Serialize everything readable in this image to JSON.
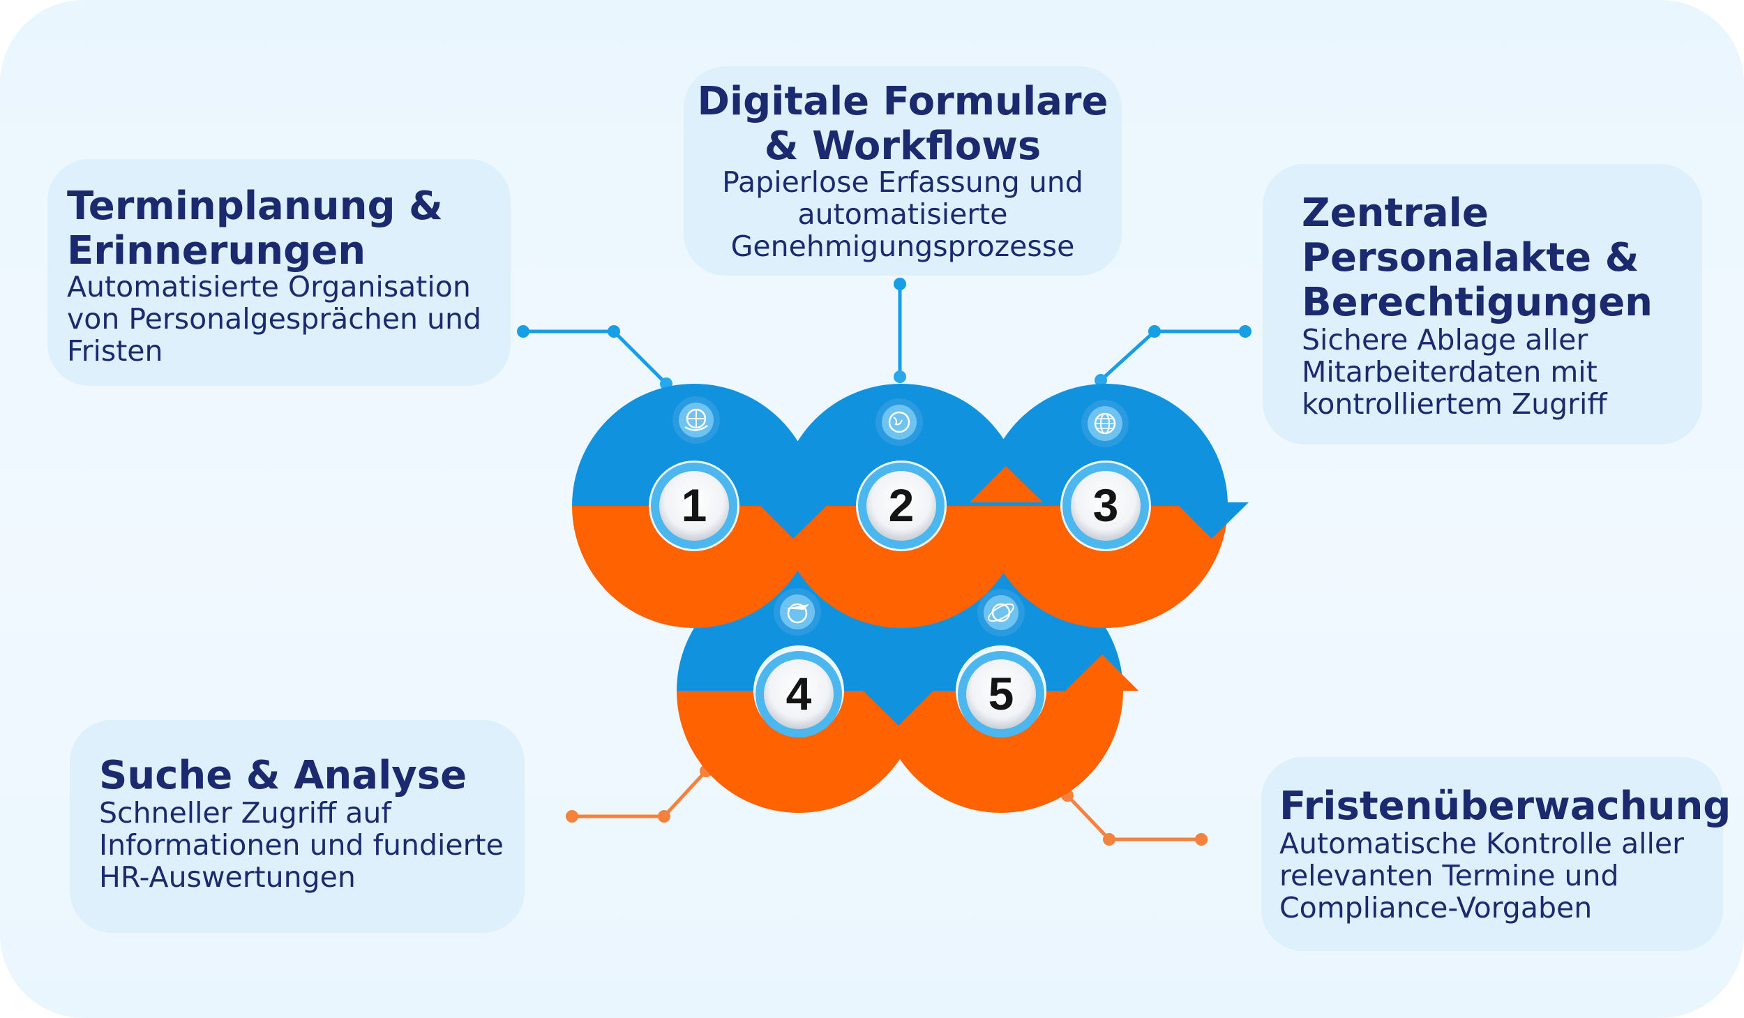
{
  "cards": [
    {
      "id": "terminplanung",
      "title_line1": "Terminplanung &",
      "title_line2": "Erinnerungen",
      "desc_line1": "Automatisierte Organisation",
      "desc_line2": "von Personalgesprächen und",
      "desc_line3": "Fristen"
    },
    {
      "id": "formulare",
      "title_line1": "Digitale Formulare",
      "title_line2": "& Workflows",
      "desc_line1": "Papierlose Erfassung und",
      "desc_line2": "automatisierte",
      "desc_line3": "Genehmigungsprozesse"
    },
    {
      "id": "personalakte",
      "title_line1": "Zentrale",
      "title_line2": "Personalakte &",
      "title_line3": "Berechtigungen",
      "desc_line1": "Sichere Ablage aller",
      "desc_line2": "Mitarbeiterdaten mit",
      "desc_line3": "kontrolliertem Zugriff"
    },
    {
      "id": "suche",
      "title_line1": "Suche & Analyse",
      "desc_line1": "Schneller Zugriff auf",
      "desc_line2": "Informationen und fundierte",
      "desc_line3": "HR-Auswertungen"
    },
    {
      "id": "fristen",
      "title_line1": "Fristenüberwachung",
      "desc_line1": "Automatische Kontrolle aller",
      "desc_line2": "relevanten Termine und",
      "desc_line3": "Compliance-Vorgaben"
    }
  ],
  "steps": [
    {
      "number": "1",
      "icon": "globe-hand-icon"
    },
    {
      "number": "2",
      "icon": "globe-icon"
    },
    {
      "number": "3",
      "icon": "globe-grid-icon"
    },
    {
      "number": "4",
      "icon": "globe-airplane-icon"
    },
    {
      "number": "5",
      "icon": "globe-orbit-icon"
    }
  ],
  "colors": {
    "blue": "#1092df",
    "orange": "#ff6200",
    "connector_blue": "#169ee6",
    "connector_orange": "#f5823c",
    "title_text": "#1b2a6e",
    "card_bg": "#ddf0fc"
  }
}
